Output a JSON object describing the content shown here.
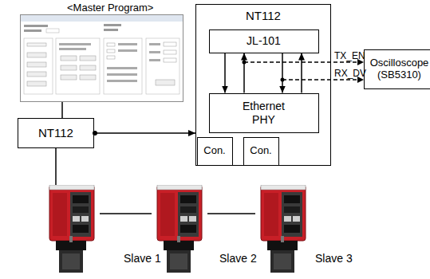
{
  "diagram": {
    "nodes": [
      {
        "text": [
          "<Master Program>"
        ]
      },
      {
        "text": [
          "NT112"
        ]
      },
      {
        "text": [
          "NT112"
        ]
      },
      {
        "text": [
          "JL-101"
        ],
        "in": 2
      },
      {
        "text": [
          "Ethernet PHY"
        ],
        "in": 2
      },
      {
        "text": [
          "Con."
        ],
        "in": 2
      },
      {
        "text": [
          "Con."
        ],
        "in": 2
      },
      {
        "text": [
          "Oscilloscope (SB5310)"
        ]
      },
      {
        "text": [
          "Slave 1"
        ]
      },
      {
        "text": [
          "Slave 2"
        ]
      },
      {
        "text": [
          "Slave 3"
        ]
      }
    ],
    "edges": [
      {
        "from": 0,
        "to": 1,
        "arrow": "none"
      },
      {
        "from": 1,
        "to": 2,
        "arrow": "to"
      },
      {
        "from": 1,
        "to": 8,
        "arrow": "none"
      },
      {
        "from": 3,
        "to": 4,
        "arrow": "to"
      },
      {
        "from": 4,
        "to": 3,
        "arrow": "to"
      },
      {
        "from": 3,
        "to": 4,
        "arrow": "to"
      },
      {
        "from": 4,
        "to": 3,
        "arrow": "to"
      },
      {
        "from": 8,
        "to": 9,
        "arrow": "none"
      },
      {
        "from": 9,
        "to": 10,
        "arrow": "none"
      }
    ],
    "labels": [
      "TX_EN",
      "RX_DV"
    ]
  }
}
